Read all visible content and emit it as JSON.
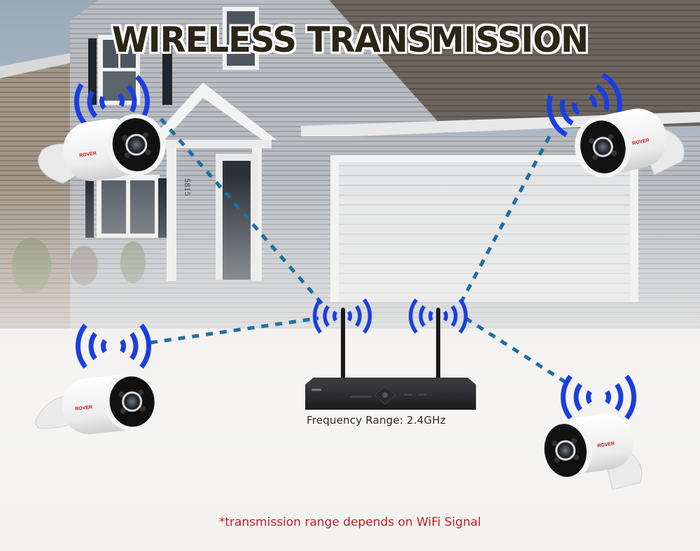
{
  "title": "WIRELESS TRANSMISSION",
  "nvr": {
    "caption": "Frequency Range: 2.4GHz",
    "antennas": 2
  },
  "cameras": [
    {
      "position": "top-left",
      "brand": "ROVER"
    },
    {
      "position": "top-right",
      "brand": "ROVER"
    },
    {
      "position": "bottom-left",
      "brand": "ROVER"
    },
    {
      "position": "bottom-right",
      "brand": "ROVER"
    }
  ],
  "house": {
    "number": "5815"
  },
  "footnote": "*transmission range depends on WiFi Signal",
  "colors": {
    "title_text": "#2a2616",
    "signal_waves": "#1a3fe0",
    "dashed_links": "#1f6ea3",
    "footnote_text": "#c4161c"
  }
}
